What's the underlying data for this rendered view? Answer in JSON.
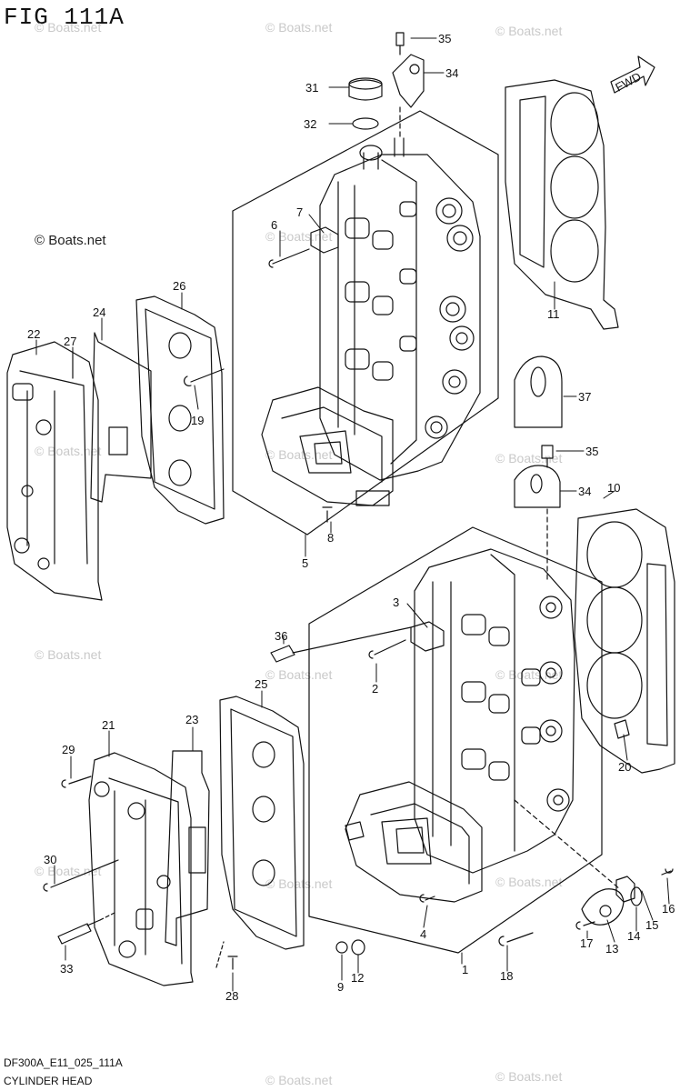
{
  "figure": {
    "title": "FIG 111A",
    "code": "DF300A_E11_025_111A",
    "caption": "CYLINDER HEAD"
  },
  "watermark": "© Boats.net",
  "fwd_label": "FWD",
  "callouts": [
    "1",
    "2",
    "3",
    "4",
    "5",
    "6",
    "7",
    "8",
    "9",
    "10",
    "11",
    "12",
    "13",
    "14",
    "15",
    "16",
    "17",
    "18",
    "19",
    "20",
    "21",
    "22",
    "23",
    "24",
    "25",
    "26",
    "27",
    "28",
    "29",
    "30",
    "31",
    "32",
    "33",
    "34",
    "35",
    "36",
    "37"
  ],
  "colors": {
    "line": "#111111",
    "watermark": "#c9c9c9",
    "background": "#ffffff"
  }
}
